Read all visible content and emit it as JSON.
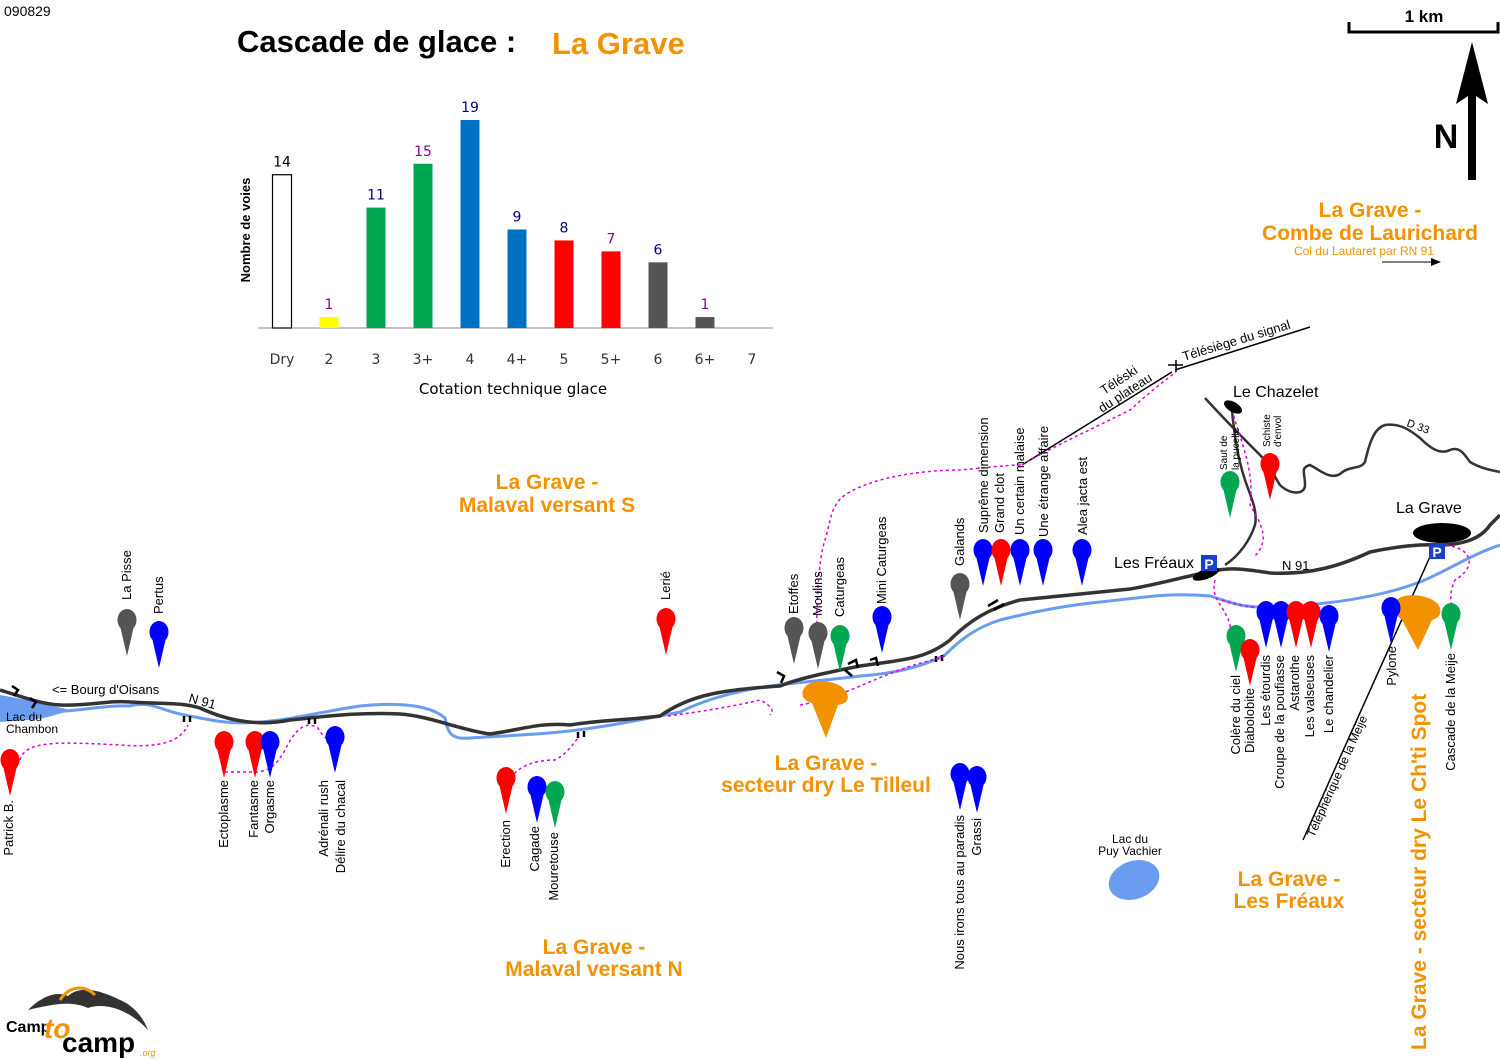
{
  "header": {
    "code": "090829",
    "title_prefix": "Cascade de glace :",
    "title_place": "La Grave"
  },
  "scale": {
    "label": "1 km"
  },
  "north": {
    "label": "N"
  },
  "colors": {
    "orange": "#f39200",
    "road": "#333333",
    "river": "#6a9cf0",
    "path": "#e000e0",
    "grade_dry": "#ffffff",
    "grade_2": "#ffff00",
    "grade_3": "#00a650",
    "grade_4": "#0070c0",
    "grade_5": "#ff0000",
    "grade_6": "#555555"
  },
  "chart_data": {
    "type": "bar",
    "categories": [
      "Dry",
      "2",
      "3",
      "3+",
      "4",
      "4+",
      "5",
      "5+",
      "6",
      "6+",
      "7"
    ],
    "values": [
      14,
      1,
      11,
      15,
      19,
      9,
      8,
      7,
      6,
      1,
      0
    ],
    "colors": [
      "#ffffff",
      "#ffff00",
      "#00a650",
      "#00a650",
      "#0070c0",
      "#0070c0",
      "#ff0000",
      "#ff0000",
      "#555555",
      "#555555",
      "#555555"
    ],
    "label_colors": [
      "#000000",
      "#8b008b",
      "#000080",
      "#8b008b",
      "#000080",
      "#000080",
      "#000080",
      "#8b008b",
      "#000080",
      "#8b008b",
      "#000080"
    ],
    "xlabel": "Cotation  technique glace",
    "ylabel": "Nombre de voies",
    "ylim": [
      0,
      19
    ],
    "grid": false
  },
  "sectors": {
    "combe": {
      "line1": "La Grave -",
      "line2": "Combe de Laurichard",
      "sub": "Col du Lautaret par RN 91"
    },
    "malaval_s": {
      "line1": "La Grave -",
      "line2": "Malaval versant S"
    },
    "tilleul": {
      "line1": "La Grave -",
      "line2": "secteur dry Le Tilleul"
    },
    "malaval_n": {
      "line1": "La Grave -",
      "line2": "Malaval versant N"
    },
    "freaux": {
      "line1": "La Grave -",
      "line2": "Les Fréaux"
    },
    "chti": {
      "label": "La Grave - secteur dry Le Ch'ti Spot"
    }
  },
  "places": {
    "chazelet": "Le Chazelet",
    "la_grave": "La Grave",
    "les_freaux": "Les Fréaux",
    "lac_chambon_1": "Lac du",
    "lac_chambon_2": "Chambon",
    "bourg": "<= Bourg d'Oisans",
    "n91_a": "N 91",
    "n91_b": "N 91",
    "d33": "D 33",
    "lac_puy_1": "Lac du",
    "lac_puy_2": "Puy Vachier",
    "teleski_1": "Téléski",
    "teleski_2": "du plateau",
    "telesiege": "Télésiège du signal",
    "telepherique": "Téléphérique de la Meije",
    "parking": "P"
  },
  "routes": {
    "la_pisse": "La Pisse",
    "pertus": "Pertus",
    "lerie": "Lerié",
    "etoffes": "Etoffes",
    "moulins": "Moulins",
    "caturgeas": "Caturgeas",
    "mini_caturgeas": "Mini Caturgeas",
    "galands": "Galands",
    "supreme": "Suprême dimension",
    "grand_clot": "Grand clot",
    "certain_malaise": "Un certain malaise",
    "etrange_affaire": "Une étrange affaire",
    "alea": "Alea jacta est",
    "saut_1": "Saut de",
    "saut_2": "la pucelle",
    "schiste_1": "Schiste",
    "schiste_2": "d'envol",
    "patrick": "Patrick B.",
    "ectoplasme": "Ectoplasme",
    "fantasme": "Fantasme",
    "orgasme": "Orgasme",
    "adrenali": "Adrénali rush",
    "delire": "Délire du chacal",
    "erection": "Erection",
    "cagade": "Cagade",
    "mouretouse": "Mouretouse",
    "nous_irons": "Nous irons tous au paradis",
    "grassi": "Grassi",
    "colere": "Colère du ciel",
    "diabolobite": "Diabolobite",
    "etourdis": "Les étourdis",
    "croupe": "Croupe de la poufiasse",
    "astarothe": "Astarothe",
    "valseuses": "Les valseuses",
    "chandelier": "Le chandelier",
    "pylone": "Pylone",
    "cascade_meije": "Cascade de la Meije"
  },
  "logo": {
    "camp1": "Camp",
    "to": "to",
    "camp2": "camp",
    "org": ".org"
  }
}
